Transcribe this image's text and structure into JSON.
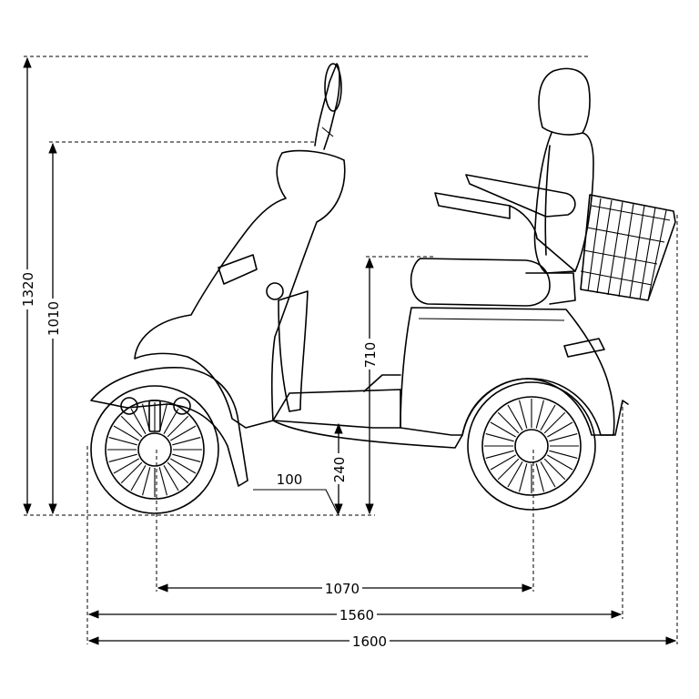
{
  "diagram": {
    "subject": "mobility-scooter-side-view",
    "colors": {
      "stroke": "#000000",
      "background": "#ffffff"
    },
    "dimensions": {
      "overall_height": "1320",
      "handlebar_height": "1010",
      "seat_height": "710",
      "ground_clearance": "240",
      "clearance_offset": "100",
      "wheelbase": "1070",
      "body_length": "1560",
      "overall_length": "1600"
    }
  }
}
